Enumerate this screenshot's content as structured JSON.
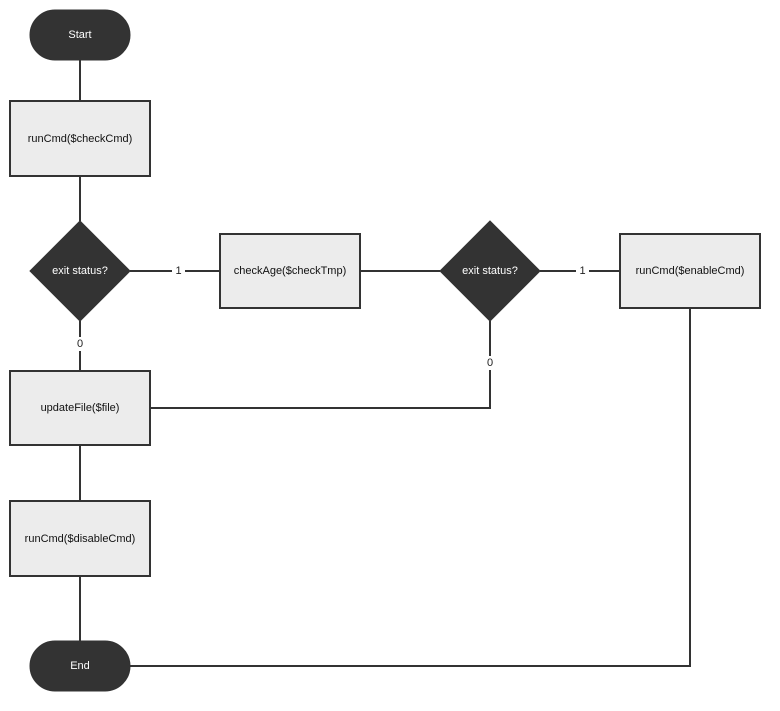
{
  "nodes": {
    "start": "Start",
    "run_check": "runCmd($checkCmd)",
    "decision_1": "exit status?",
    "check_age": "checkAge($checkTmp)",
    "decision_2": "exit status?",
    "run_enable": "runCmd($enableCmd)",
    "update_file": "updateFile($file)",
    "run_disable": "runCmd($disableCmd)",
    "end": "End"
  },
  "edge_labels": {
    "decision_1_yes": "1",
    "decision_1_no": "0",
    "decision_2_yes": "1",
    "decision_2_no": "0"
  }
}
